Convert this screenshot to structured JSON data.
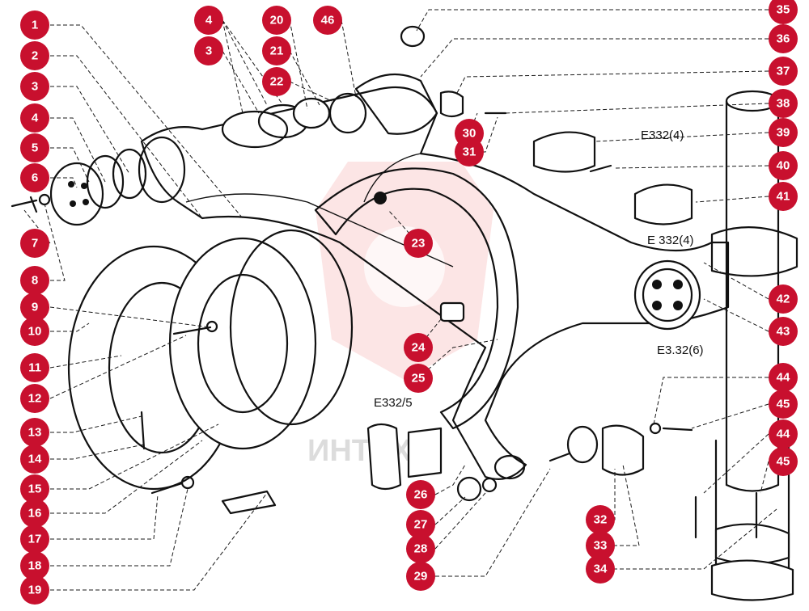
{
  "diagram": {
    "callouts": [
      "1",
      "2",
      "3",
      "4",
      "5",
      "6",
      "7",
      "8",
      "9",
      "10",
      "11",
      "12",
      "13",
      "14",
      "15",
      "16",
      "17",
      "18",
      "19",
      "4",
      "3",
      "20",
      "21",
      "22",
      "46",
      "23",
      "24",
      "25",
      "26",
      "27",
      "28",
      "29",
      "35",
      "36",
      "37",
      "38",
      "39",
      "40",
      "41",
      "42",
      "43",
      "44",
      "45",
      "30",
      "31",
      "32",
      "33",
      "34",
      "44",
      "45"
    ],
    "references": [
      "E332(4)",
      "E 332(4)",
      "E3.32(6)",
      "E332/5"
    ],
    "watermark": "ИНТЕХ",
    "colors": {
      "callout": "#c8102e",
      "line": "#111111",
      "watermark": "#e53935"
    }
  }
}
